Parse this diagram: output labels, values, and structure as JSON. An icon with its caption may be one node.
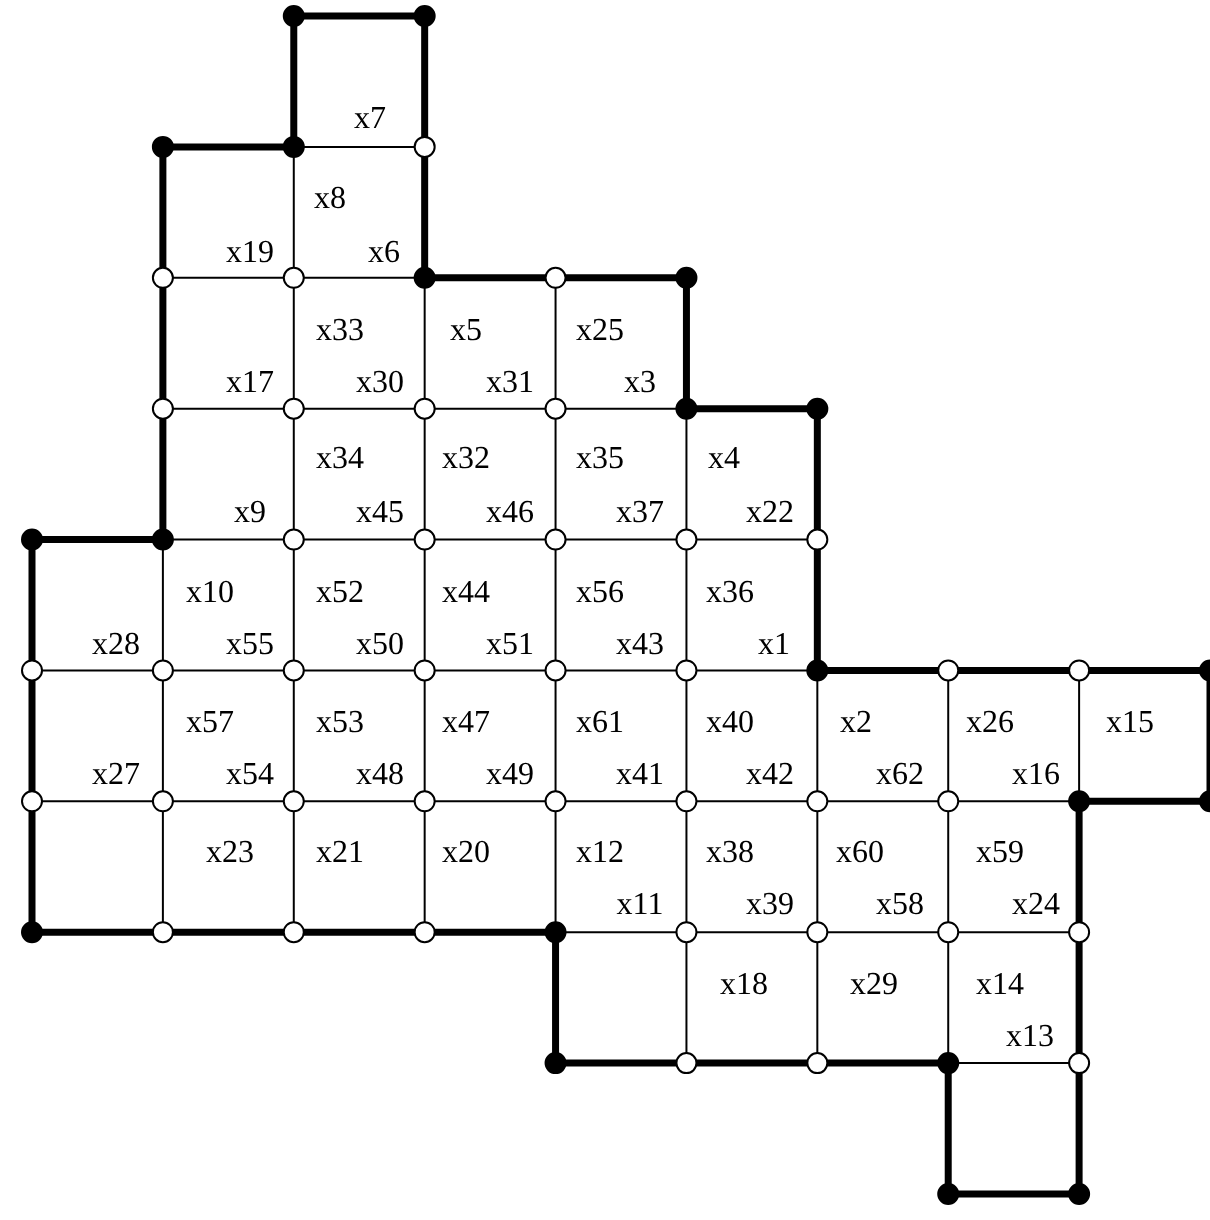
{
  "diagram": {
    "labels": [
      "x7",
      "x8",
      "x19",
      "x6",
      "x33",
      "x5",
      "x25",
      "x17",
      "x30",
      "x31",
      "x3",
      "x34",
      "x32",
      "x35",
      "x4",
      "x9",
      "x45",
      "x46",
      "x37",
      "x22",
      "x10",
      "x52",
      "x44",
      "x56",
      "x36",
      "x28",
      "x55",
      "x50",
      "x51",
      "x43",
      "x1",
      "x57",
      "x53",
      "x47",
      "x61",
      "x40",
      "x2",
      "x26",
      "x15",
      "x27",
      "x54",
      "x48",
      "x49",
      "x41",
      "x42",
      "x62",
      "x16",
      "x23",
      "x21",
      "x20",
      "x12",
      "x38",
      "x60",
      "x59",
      "x11",
      "x39",
      "x58",
      "x24",
      "x18",
      "x29",
      "x14",
      "x13"
    ]
  }
}
